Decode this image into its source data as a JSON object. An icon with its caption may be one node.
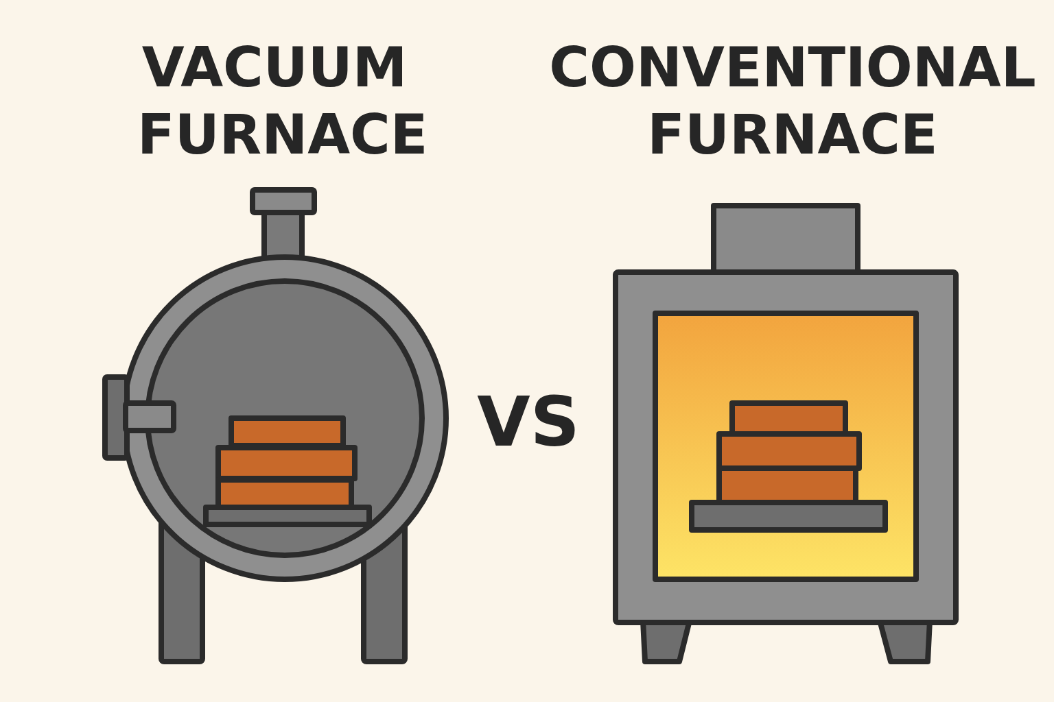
{
  "diagram": {
    "labels": [
      "VACUUM FURNACE",
      "CONVENTIONAL FURNACE",
      "VS"
    ]
  }
}
